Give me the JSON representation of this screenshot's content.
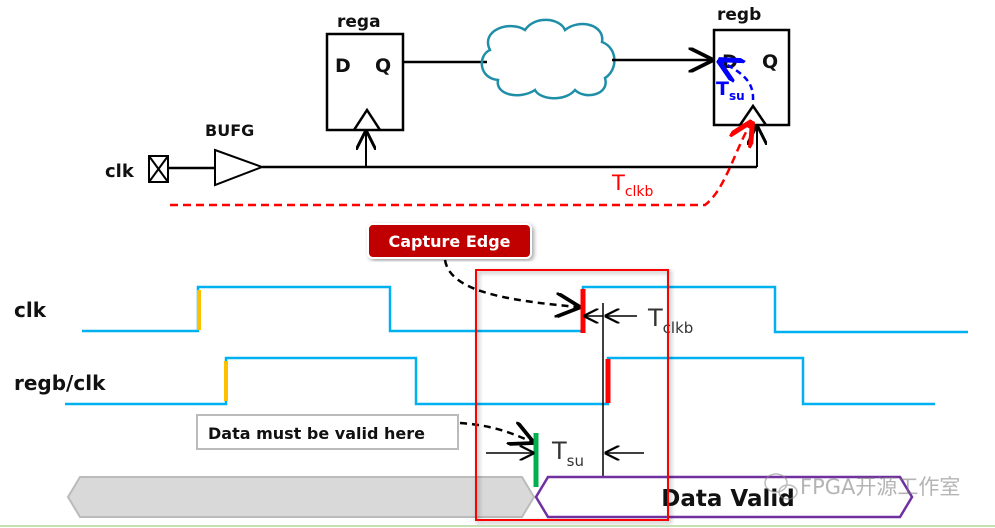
{
  "circuit": {
    "rega": {
      "name": "rega",
      "d": "D",
      "q": "Q"
    },
    "regb": {
      "name": "regb",
      "d": "D",
      "q": "Q"
    },
    "buffer": "BUFG",
    "clock_input": "clk",
    "tsu": {
      "main": "T",
      "sub": "su"
    },
    "tclkb": {
      "main": "T",
      "sub": "clkb"
    }
  },
  "timing": {
    "capture_edge_label": "Capture Edge",
    "signals": [
      "clk",
      "regb/clk"
    ],
    "tclkb": {
      "main": "T",
      "sub": "clkb"
    },
    "tsu": {
      "main": "T",
      "sub": "su"
    },
    "callout": "Data must be valid here",
    "bus_valid_label": "Data Valid"
  },
  "watermark": "FPGA开源工作室",
  "colors": {
    "clock_wave": "#00b0f0",
    "launch_edge": "#ffc000",
    "capture_edge": "#ff0000",
    "setup_marker": "#00b050",
    "bus_valid_outline": "#7030a0",
    "cloud": "#1f8fa8",
    "tsu_arrow": "#0000ff",
    "tclkb_arrow": "#ff0000",
    "callout_button": "#c00000"
  }
}
